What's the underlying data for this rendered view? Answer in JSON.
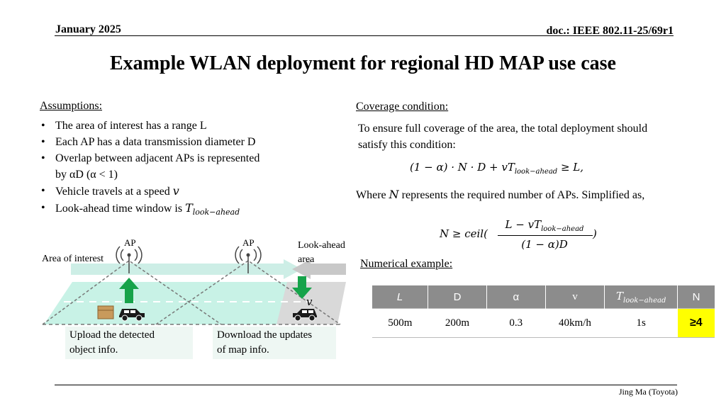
{
  "header": {
    "date": "January 2025",
    "doc": "doc.: IEEE 802.11-25/69r1"
  },
  "title": "Example WLAN deployment for regional HD MAP use case",
  "assumptions": {
    "heading": "Assumptions:",
    "items": [
      "The area of interest has a range L",
      "Each AP has a data transmission diameter D",
      "Overlap between adjacent APs is represented",
      "by αD (α < 1)",
      "Vehicle travels at a speed",
      "Look-ahead time window is"
    ],
    "speed_symbol": "v",
    "window_symbol": "T",
    "window_subscript": "look−ahead"
  },
  "coverage": {
    "heading": "Coverage condition:",
    "text_line1": "To ensure full coverage of the area, the total deployment should",
    "text_line2": "satisfy this condition:",
    "equation": "(1 − α) · N · D + vT",
    "equation_sub": "look−ahead",
    "equation_tail": " ≥ L,",
    "where_pre": "Where",
    "where_symbol": "N",
    "where_post": "represents the required number of APs. Simplified as,",
    "formula_lhs": "N ≥ ceil(",
    "formula_num": "L − vT",
    "formula_num_sub": "look−ahead",
    "formula_den": "(1 − α)D",
    "formula_close": ")"
  },
  "numerical": {
    "heading": "Numerical example:",
    "columns": [
      "L",
      "D",
      "α",
      "v",
      "T",
      "N"
    ],
    "t_sub": "look−ahead",
    "values": [
      "500m",
      "200m",
      "0.3",
      "40km/h",
      "1s",
      "≥4"
    ],
    "highlight_color": "#ffff00"
  },
  "diagram": {
    "ap_label_1": "AP",
    "ap_label_2": "AP",
    "area_label": "Area of interest",
    "lookahead_label_1": "Look-ahead",
    "lookahead_label_2": "area",
    "speed_symbol": "v",
    "upload_line1": "Upload the detected",
    "upload_line2": "object info.",
    "download_line1": "Download the updates",
    "download_line2": "of map info.",
    "colors": {
      "coverage": "#c8f2e6",
      "arrow_band": "#d8f6ee",
      "lookahead": "#d9d9d9",
      "green_arrow": "#16a34a",
      "gray_arrow": "#c8c8c8"
    },
    "icons": [
      "wifi-antenna-icon",
      "car-icon",
      "package-icon",
      "up-arrow-icon",
      "down-arrow-icon"
    ]
  },
  "footer": "Jing Ma (Toyota)"
}
